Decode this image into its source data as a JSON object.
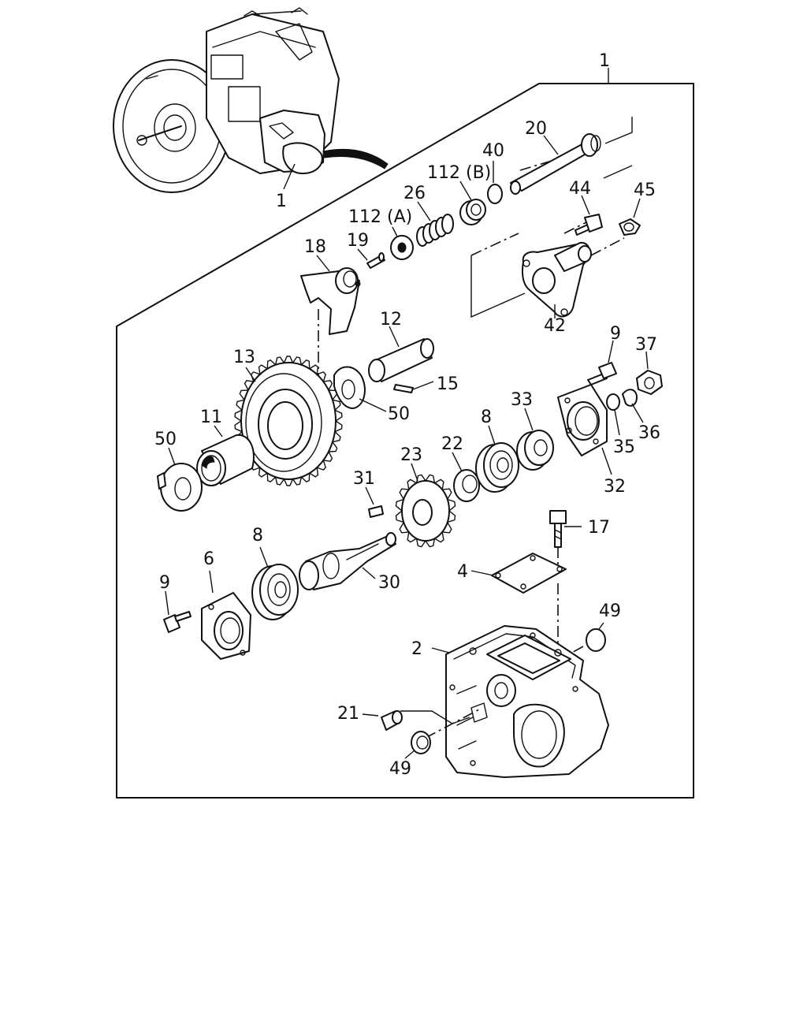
{
  "diagram": {
    "callouts": {
      "assy_main": "1",
      "assy_engine": "1",
      "shaft_20": "20",
      "ring_40": "40",
      "bushing_112b": "112 (B)",
      "spring_26": "26",
      "washer_112a": "112 (A)",
      "pin_19": "19",
      "fork_18": "18",
      "bolt_44": "44",
      "plug_45": "45",
      "bracket_42": "42",
      "shaft_12": "12",
      "key_15": "15",
      "gear_13": "13",
      "washer_50_upper": "50",
      "bearing_11": "11",
      "washer_50_left": "50",
      "bolt_9_right": "9",
      "nut_37": "37",
      "cover_32": "32",
      "washer_35": "35",
      "washer_36": "36",
      "bearing_33": "33",
      "bearing_8_right": "8",
      "seal_22": "22",
      "gear_23": "23",
      "key_31": "31",
      "bolt_17": "17",
      "gasket_4": "4",
      "bearing_8_left": "8",
      "cover_6": "6",
      "bolt_9_left": "9",
      "shaft_30": "30",
      "plug_49_right": "49",
      "case_2": "2",
      "pin_21": "21",
      "plug_49_bottom": "49"
    }
  }
}
